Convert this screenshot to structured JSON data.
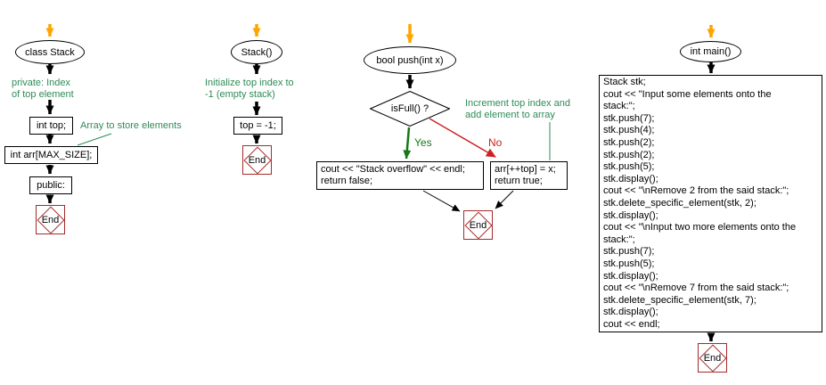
{
  "colors": {
    "start_arrow_orange": "#FFA500",
    "comment_green": "#2E8B57",
    "yes_green": "#157815",
    "no_red": "#CC2222",
    "end_brown": "#A52A2A",
    "node_border": "#000000"
  },
  "chart1": {
    "title": "class Stack",
    "comment_private": "private: Index\nof top element",
    "box_top": "int top;",
    "annotation_array": "Array to store elements",
    "box_arr": "int arr[MAX_SIZE];",
    "box_public": "public:",
    "end_label": "End"
  },
  "chart2": {
    "title": "Stack()",
    "comment_init": "Initialize top index to\n-1 (empty stack)",
    "box_assign": "top = -1;",
    "end_label": "End"
  },
  "chart3": {
    "title": "bool push(int x)",
    "decision": "isFull() ?",
    "label_yes": "Yes",
    "label_no": "No",
    "comment_increment": "Increment top index and\nadd element to array",
    "box_overflow": "cout << \"Stack overflow\" << endl;\nreturn false;",
    "box_push": "arr[++top] = x;\nreturn true;",
    "end_label": "End"
  },
  "chart4": {
    "title": "int main()",
    "code": "Stack stk;\ncout << \"Input some elements onto the\nstack:\";\nstk.push(7);\nstk.push(4);\nstk.push(2);\nstk.push(2);\nstk.push(5);\nstk.display();\ncout << \"\\nRemove 2 from the said stack:\";\nstk.delete_specific_element(stk, 2);\nstk.display();\ncout << \"\\nInput two more elements onto the\nstack:\";\nstk.push(7);\nstk.push(5);\nstk.display();\ncout << \"\\nRemove 7 from the said stack:\";\nstk.delete_specific_element(stk, 7);\nstk.display();\ncout << endl;",
    "end_label": "End"
  }
}
